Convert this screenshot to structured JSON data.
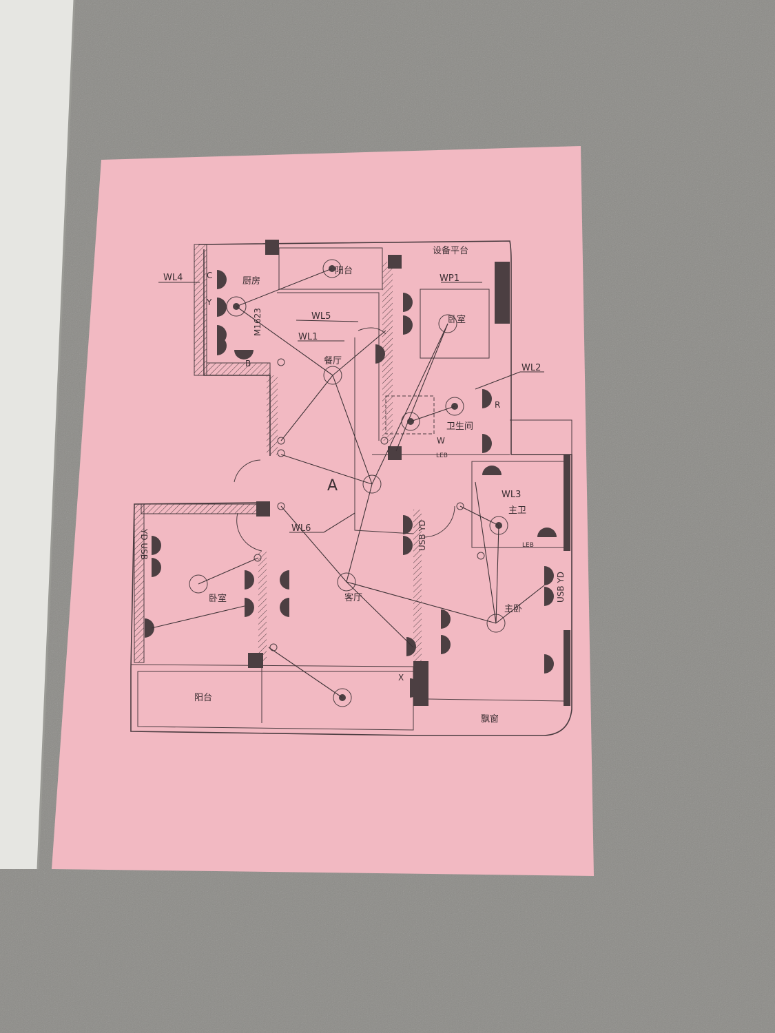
{
  "colors": {
    "paper": "#f2b9c2",
    "wall_background": "#8c8b87",
    "ink": "#3e3236",
    "door_panel": "#e6e6e2"
  },
  "plan": {
    "rooms": {
      "kitchen": "厨房",
      "top_balcony": "阳台",
      "equipment_platform": "设备平台",
      "dining": "餐厅",
      "second_bedroom_top": "卧室",
      "bathroom": "卫生间",
      "master_bath": "主卫",
      "bedroom_left": "卧室",
      "living": "客厅",
      "master_bedroom": "主卧",
      "balcony_bottom": "阳台",
      "bay_window": "飘窗"
    },
    "circuits": {
      "wl1": "WL1",
      "wl2": "WL2",
      "wl3": "WL3",
      "wl4": "WL4",
      "wl5": "WL5",
      "wl6": "WL6",
      "wp1": "WP1"
    },
    "marks": {
      "door_code": "M1623",
      "area_a": "A",
      "socket_c": "C",
      "socket_y": "Y",
      "socket_b": "B",
      "socket_r": "R",
      "socket_w": "W",
      "socket_x": "X",
      "leb": "LEB",
      "usb_yd": "USB YD",
      "yd_usb": "YD USB"
    }
  }
}
